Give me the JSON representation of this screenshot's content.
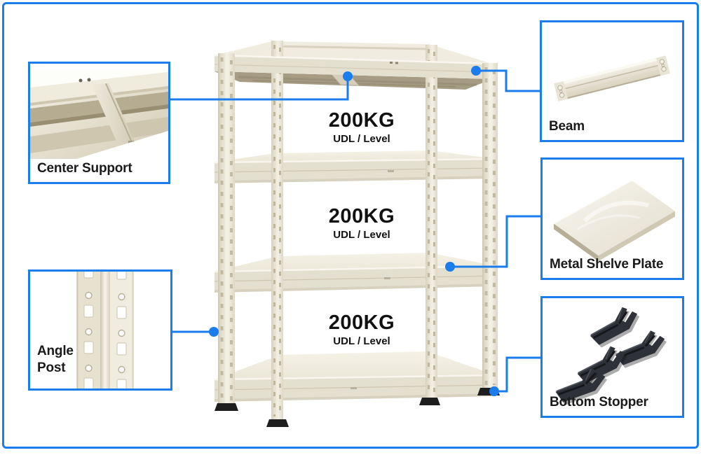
{
  "colors": {
    "accent": "#1b7ceb",
    "label_text": "#1a1a1a",
    "rack_cream_light": "#f0ede0",
    "rack_cream": "#e4e0d0",
    "rack_underside": "#a69c83",
    "rack_foot": "#1e1e1e",
    "background": "#ffffff"
  },
  "callouts": {
    "center_support": {
      "label": "Center Support"
    },
    "angle_post": {
      "label": "Angle Post"
    },
    "beam": {
      "label": "Beam"
    },
    "metal_shelve_plate": {
      "label": "Metal Shelve Plate"
    },
    "bottom_stopper": {
      "label": "Bottom Stopper"
    }
  },
  "load_ratings": [
    {
      "weight": "200KG",
      "per": "UDL / Level"
    },
    {
      "weight": "200KG",
      "per": "UDL / Level"
    },
    {
      "weight": "200KG",
      "per": "UDL / Level"
    }
  ]
}
